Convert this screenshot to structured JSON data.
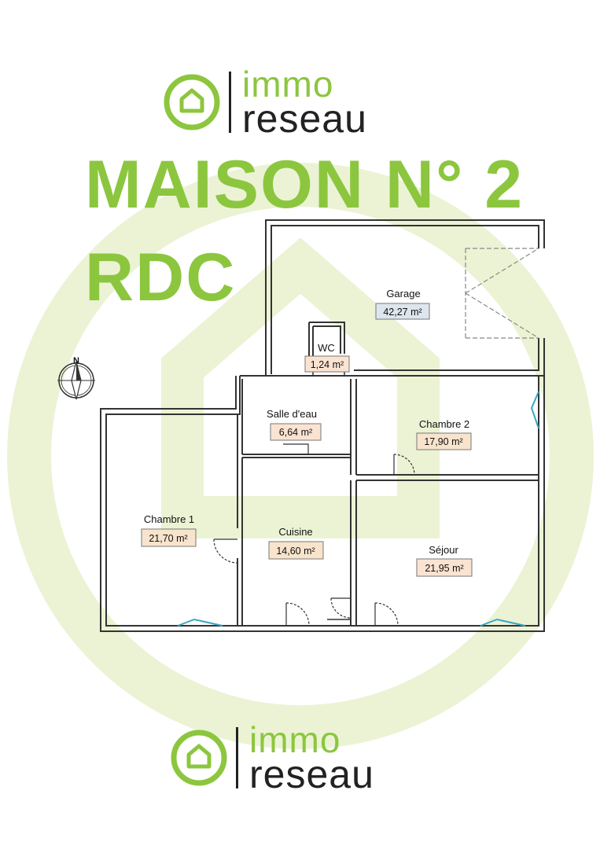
{
  "brand": {
    "line1": "immo",
    "line2": "reseau",
    "color_green": "#8cc63f",
    "color_dark": "#222222",
    "icon": "house-in-circle-icon"
  },
  "heading": {
    "line1": "MAISON N° 2",
    "line2": "RDC"
  },
  "compass": {
    "north_label": "N",
    "icon": "compass-rose-icon"
  },
  "rooms": [
    {
      "id": "garage",
      "name": "Garage",
      "area": "42,27 m²",
      "fill": "#dde6ee"
    },
    {
      "id": "wc",
      "name": "WC",
      "area": "1,24 m²",
      "fill": "#fbe3d2"
    },
    {
      "id": "salle-deau",
      "name": "Salle d'eau",
      "area": "6,64 m²",
      "fill": "#fbe3d2"
    },
    {
      "id": "chambre-2",
      "name": "Chambre 2",
      "area": "17,90 m²",
      "fill": "#f8e4cc"
    },
    {
      "id": "chambre-1",
      "name": "Chambre 1",
      "area": "21,70 m²",
      "fill": "#f8e4cc"
    },
    {
      "id": "cuisine",
      "name": "Cuisine",
      "area": "14,60 m²",
      "fill": "#f8e4cc"
    },
    {
      "id": "sejour",
      "name": "Séjour",
      "area": "21,95 m²",
      "fill": "#fbe3d2"
    }
  ],
  "colors": {
    "wall": "#333333",
    "window": "#3aa6c4",
    "watermark": "#ebf3d4"
  }
}
